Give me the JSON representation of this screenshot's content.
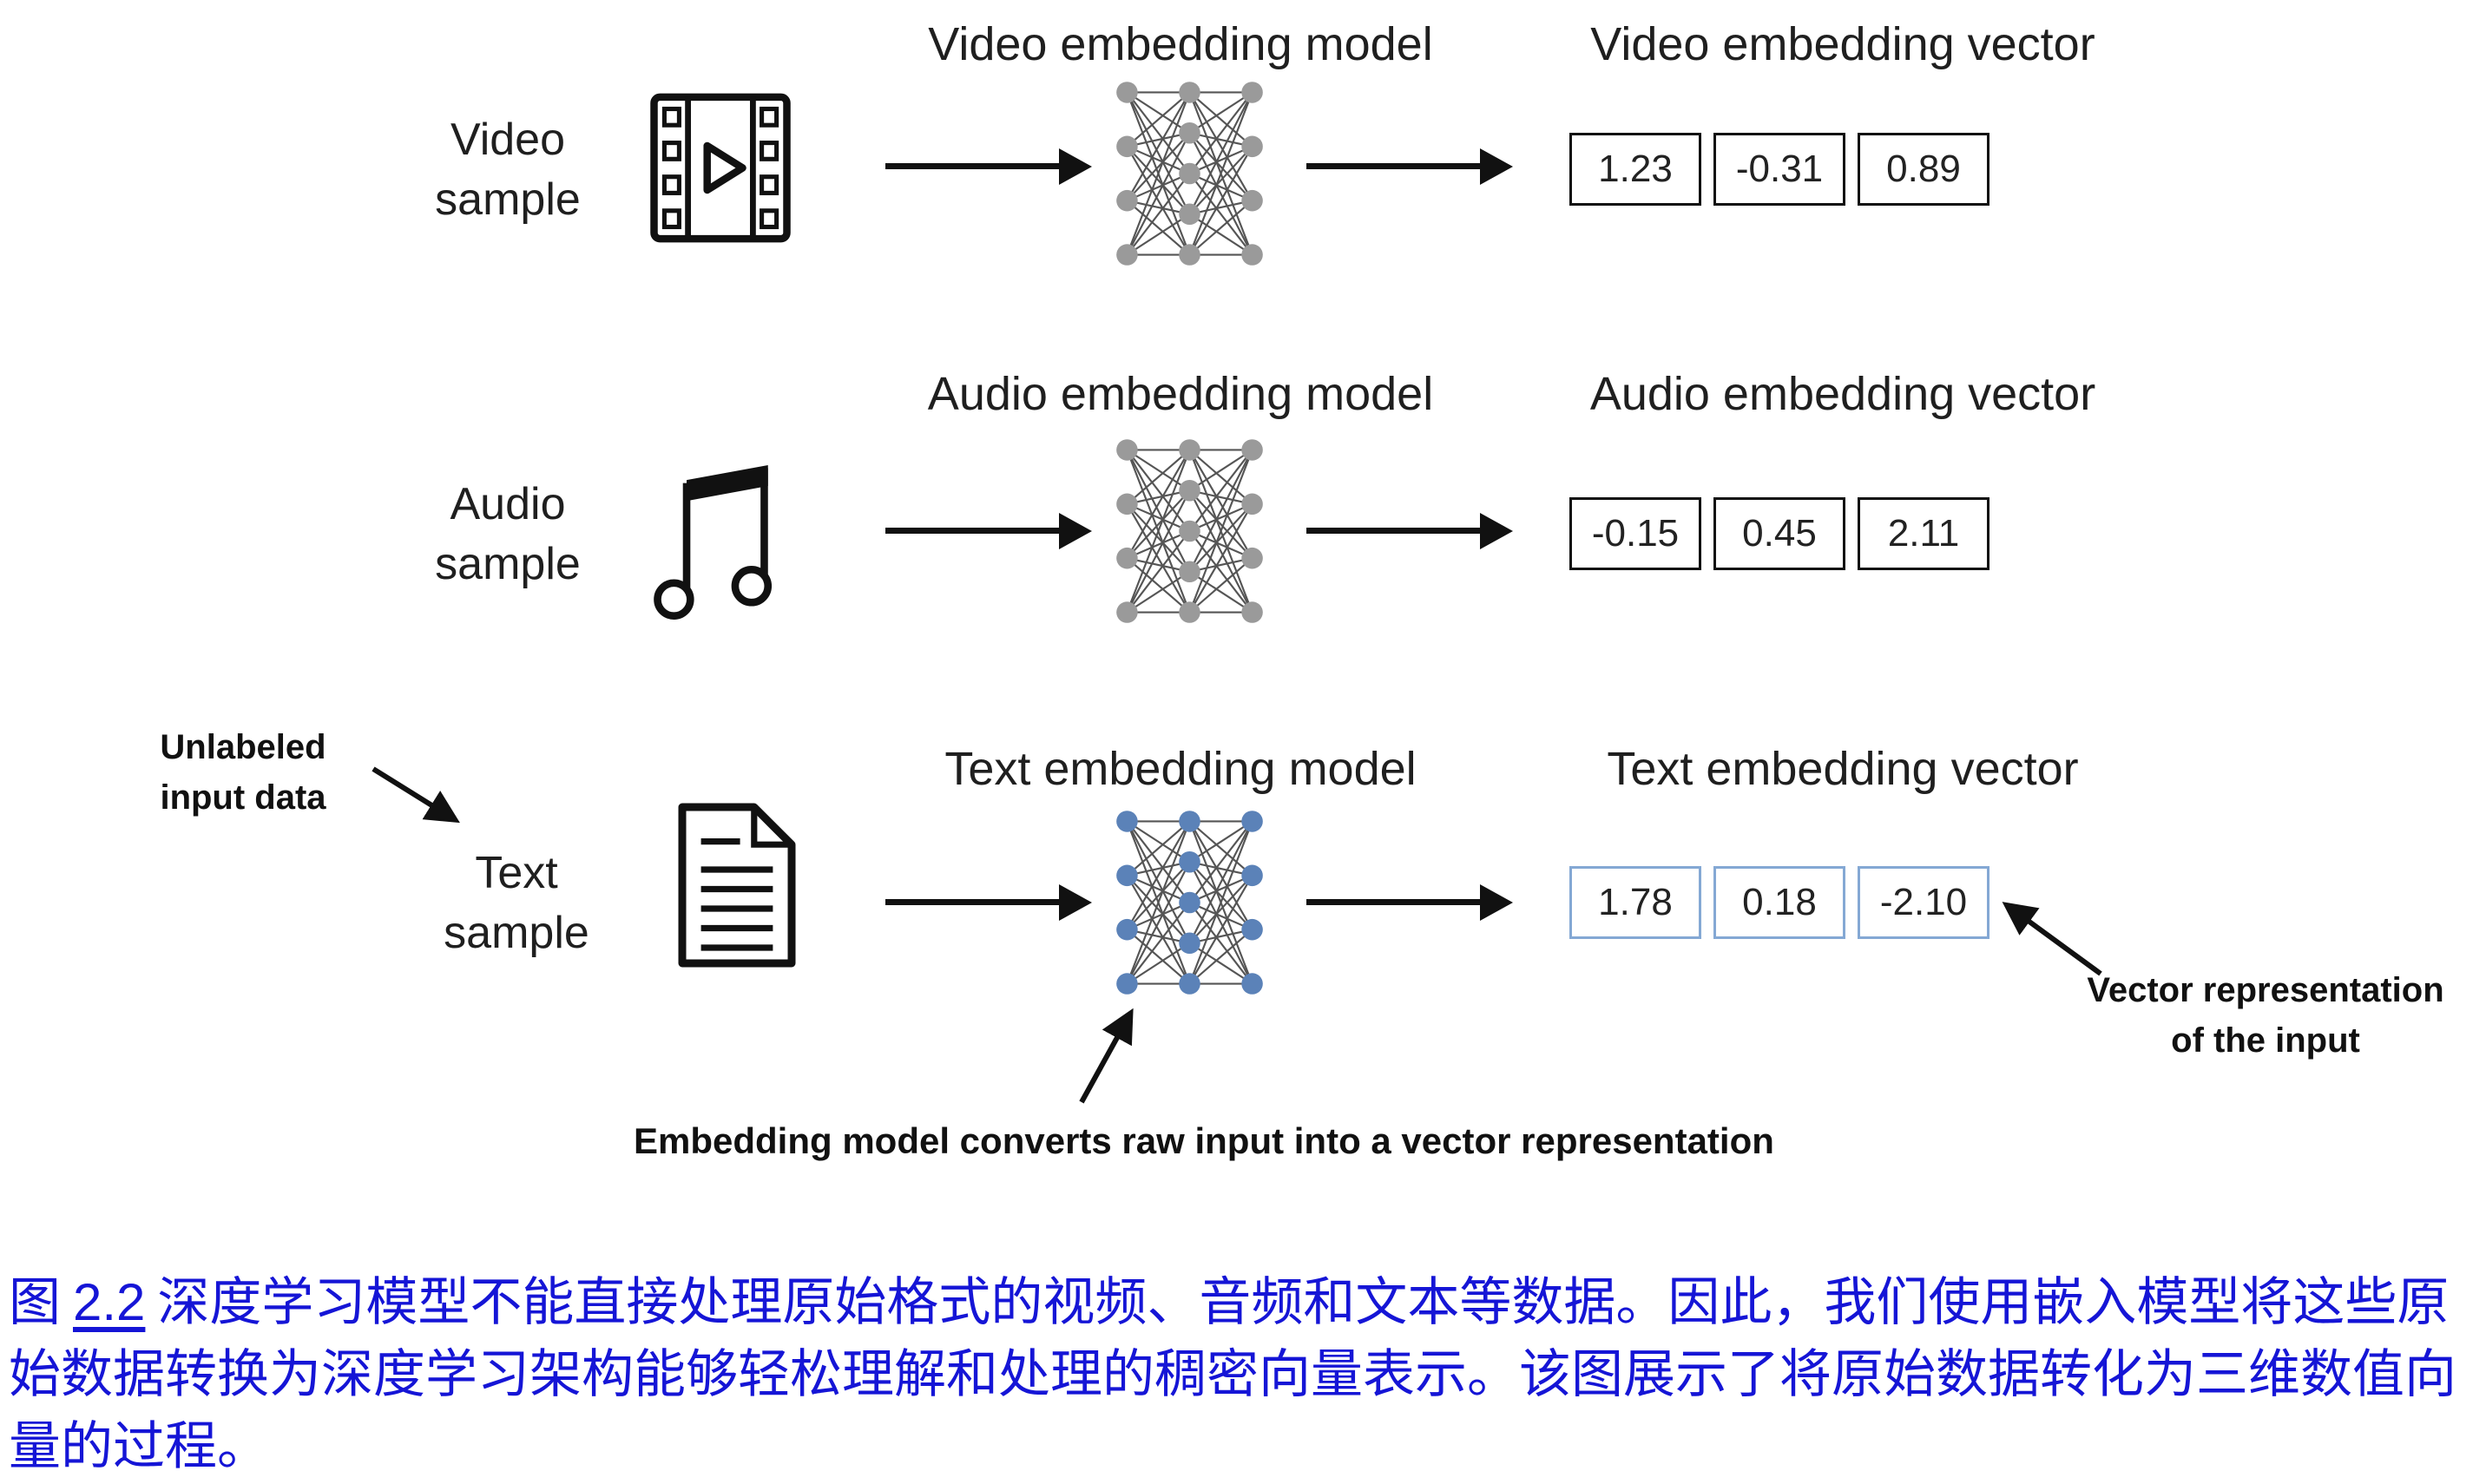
{
  "rows": [
    {
      "sample_label": "Video sample",
      "model_title": "Video embedding model",
      "vector_title": "Video embedding vector",
      "vector": [
        "1.23",
        "-0.31",
        "0.89"
      ]
    },
    {
      "sample_label": "Audio sample",
      "model_title": "Audio embedding model",
      "vector_title": "Audio embedding vector",
      "vector": [
        "-0.15",
        "0.45",
        "2.11"
      ]
    },
    {
      "sample_label": "Text sample",
      "model_title": "Text embedding model",
      "vector_title": "Text embedding vector",
      "vector": [
        "1.78",
        "0.18",
        "-2.10"
      ]
    }
  ],
  "annotations": {
    "unlabeled_input": "Unlabeled input data",
    "embedding_note": "Embedding model converts raw input into a vector representation",
    "vector_note": "Vector representation of the input"
  },
  "caption": {
    "figure_label": "图",
    "figure_number": "2.2",
    "text": "深度学习模型不能直接处理原始格式的视频、音频和文本等数据。因此，我们使用嵌入模型将这些原始数据转换为深度学习架构能够轻松理解和处理的稠密向量表示。该图展示了将原始数据转化为三维数值向量的过程。"
  },
  "colors": {
    "nn_gray": "#9a9a9a",
    "nn_blue": "#5b82b8",
    "vector_highlight_border": "#84a8d4",
    "caption_blue": "#1515d6",
    "arrow_black": "#111111"
  }
}
